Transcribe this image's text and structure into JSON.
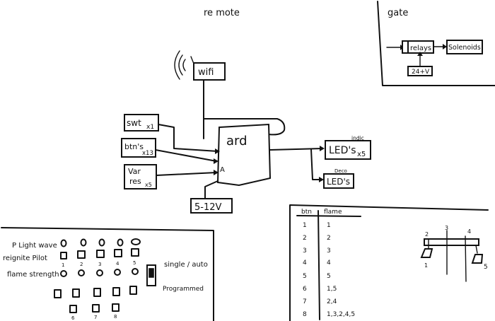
{
  "title": "re mote",
  "center": {
    "wifi": "wifi",
    "arduino": "ard",
    "arduino_pin": "A",
    "switch": "swt",
    "switch_qty": "x1",
    "buttons": "btn's",
    "buttons_qty": "x13",
    "var_res_a": "Var",
    "var_res_b": "res",
    "var_res_qty": "x5",
    "power": "5-12V",
    "leds_indic_caption": "indic",
    "leds_indic": "LED's",
    "leds_indic_qty": "x5",
    "leds_deco_caption": "Deco",
    "leds_deco": "LED's"
  },
  "gate": {
    "label": "gate",
    "relays": "relays",
    "solenoids": "Solenoids",
    "power": "24+V"
  },
  "panel": {
    "rows": [
      {
        "label": "P Light wave"
      },
      {
        "label": "reignite Pilot"
      },
      {
        "label": "flame strength"
      }
    ],
    "numbers": [
      "1",
      "2",
      "3",
      "4",
      "5"
    ],
    "mode_single": "single / auto",
    "mode_programmed": "Programmed",
    "bottom_numbers": [
      "6",
      "7",
      "8"
    ]
  },
  "table": {
    "headers": [
      "btn",
      "flame"
    ],
    "rows": [
      [
        "1",
        "1"
      ],
      [
        "2",
        "2"
      ],
      [
        "3",
        "3"
      ],
      [
        "4",
        "4"
      ],
      [
        "5",
        "5"
      ],
      [
        "6",
        "1,5"
      ],
      [
        "7",
        "2,4"
      ],
      [
        "8",
        "1,3,2,4,5"
      ]
    ]
  },
  "layout_sketch": {
    "top_labels": [
      "2",
      "3",
      "4"
    ],
    "bottom_labels": [
      "1",
      "5"
    ]
  }
}
